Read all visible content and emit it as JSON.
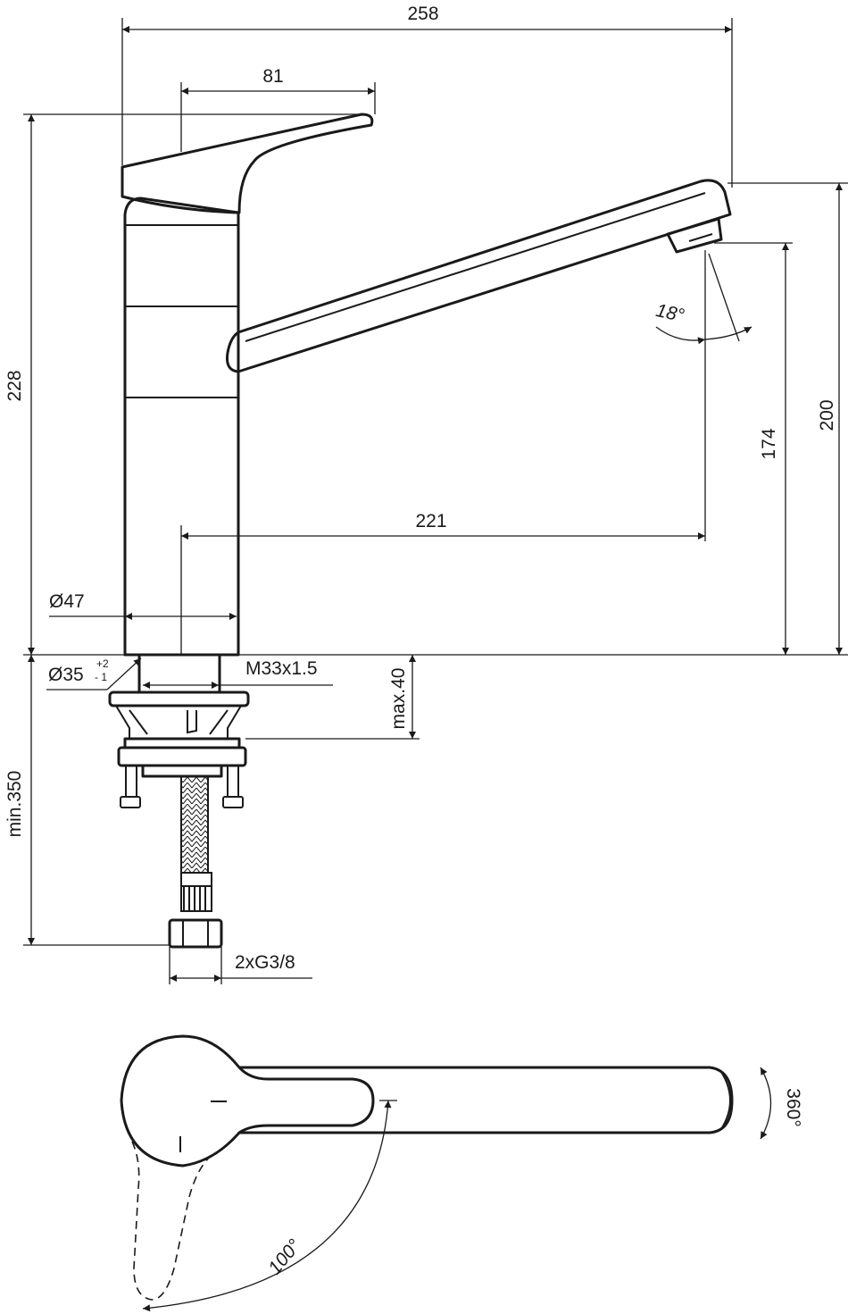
{
  "drawing": {
    "dimensions": {
      "overall_length": "258",
      "handle_length": "81",
      "total_height": "228",
      "spout_reach": "221",
      "outlet_height": "174",
      "spout_height": "200",
      "body_diameter": "Ø47",
      "hole_diameter": "Ø35",
      "hole_tol_plus": "+2",
      "hole_tol_minus": "- 1",
      "thread": "M33x1.5",
      "max_deck_thickness": "max.40",
      "min_hose_length": "min.350",
      "connection": "2xG3/8",
      "aerator_angle": "18°",
      "lever_rotation": "100°",
      "spout_rotation": "360°"
    }
  }
}
